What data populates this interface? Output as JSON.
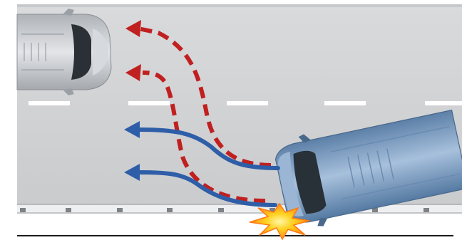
{
  "diagram": {
    "description_text": "",
    "colors": {
      "road": "#d2d3d5",
      "road_edge": "#b9bbbe",
      "lane_dash": "#ffffff",
      "guardrail": "#e6e7e9",
      "guardrail_post": "#8a8c8f",
      "silver_car": "#c9ccd0",
      "silver_car_dark": "#8f9499",
      "blue_car": "#7e9fc4",
      "blue_car_dark": "#4d6f96",
      "glass": "#2a2f35",
      "red_path": "#c0201f",
      "blue_path": "#2f5ea8",
      "impact_yellow": "#ffd21f",
      "impact_orange": "#ff8a1a",
      "bottom_rule": "#1a1a1a"
    },
    "icons": {
      "silver_car": "silver-car-icon",
      "blue_car": "blue-car-icon",
      "impact": "impact-burst-icon"
    },
    "paths": [
      {
        "name": "red-path-upper",
        "style": "dashed",
        "color": "red"
      },
      {
        "name": "red-path-lower",
        "style": "dashed",
        "color": "red"
      },
      {
        "name": "blue-path-upper",
        "style": "solid",
        "color": "blue"
      },
      {
        "name": "blue-path-lower",
        "style": "solid",
        "color": "blue"
      }
    ]
  }
}
